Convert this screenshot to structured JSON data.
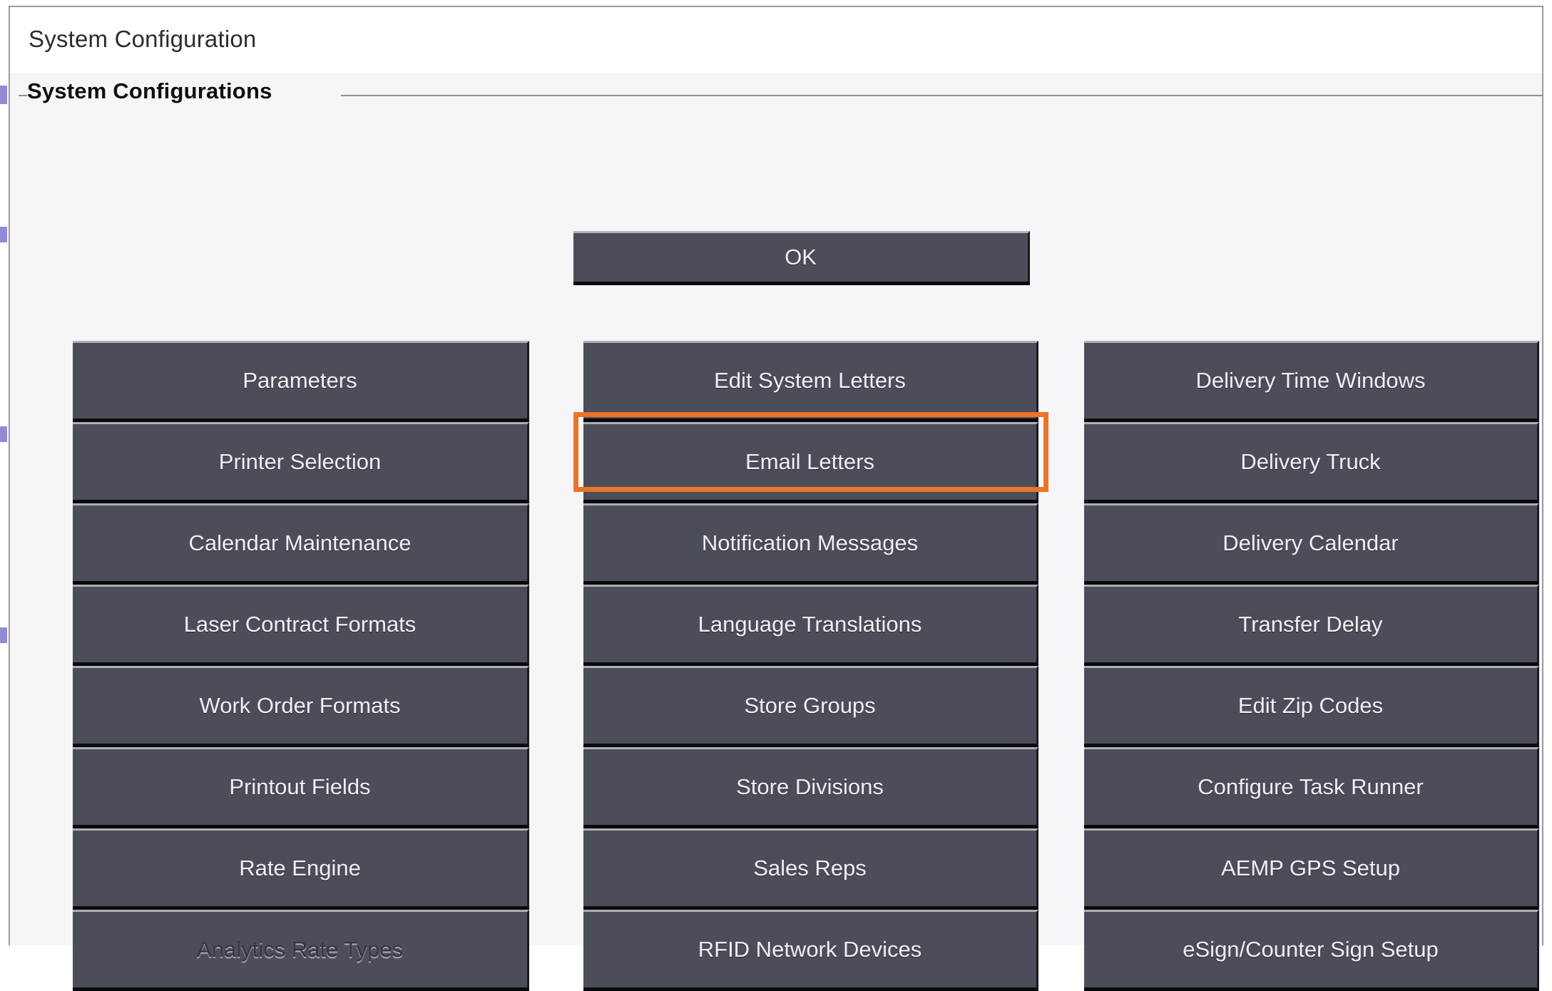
{
  "window": {
    "title": "System Configuration"
  },
  "group": {
    "title": "System Configurations"
  },
  "actions": {
    "ok_label": "OK"
  },
  "colors": {
    "button_face": "#4b4e58",
    "button_text": "#f0f0f3",
    "highlight": "#e8752b",
    "window_background": "#f6f6f8",
    "title_text": "#2b2b33"
  },
  "highlight": {
    "target": "Email Letters",
    "color": "#e8752b"
  },
  "columns": [
    {
      "name": "column-1",
      "buttons": [
        {
          "label": "Parameters",
          "disabled": false
        },
        {
          "label": "Printer Selection",
          "disabled": false
        },
        {
          "label": "Calendar Maintenance",
          "disabled": false
        },
        {
          "label": "Laser Contract Formats",
          "disabled": false
        },
        {
          "label": "Work Order Formats",
          "disabled": false
        },
        {
          "label": "Printout Fields",
          "disabled": false
        },
        {
          "label": "Rate Engine",
          "disabled": false
        },
        {
          "label": "Analytics Rate Types",
          "disabled": true
        }
      ]
    },
    {
      "name": "column-2",
      "buttons": [
        {
          "label": "Edit System Letters",
          "disabled": false
        },
        {
          "label": "Email Letters",
          "disabled": false
        },
        {
          "label": "Notification Messages",
          "disabled": false
        },
        {
          "label": "Language Translations",
          "disabled": false
        },
        {
          "label": "Store Groups",
          "disabled": false
        },
        {
          "label": "Store Divisions",
          "disabled": false
        },
        {
          "label": "Sales Reps",
          "disabled": false
        },
        {
          "label": "RFID Network Devices",
          "disabled": false
        }
      ]
    },
    {
      "name": "column-3",
      "buttons": [
        {
          "label": "Delivery Time Windows",
          "disabled": false
        },
        {
          "label": "Delivery Truck",
          "disabled": false
        },
        {
          "label": "Delivery Calendar",
          "disabled": false
        },
        {
          "label": "Transfer Delay",
          "disabled": false
        },
        {
          "label": "Edit Zip Codes",
          "disabled": false
        },
        {
          "label": "Configure Task Runner",
          "disabled": false
        },
        {
          "label": "AEMP GPS Setup",
          "disabled": false
        },
        {
          "label": "eSign/Counter Sign Setup",
          "disabled": false
        }
      ]
    }
  ]
}
